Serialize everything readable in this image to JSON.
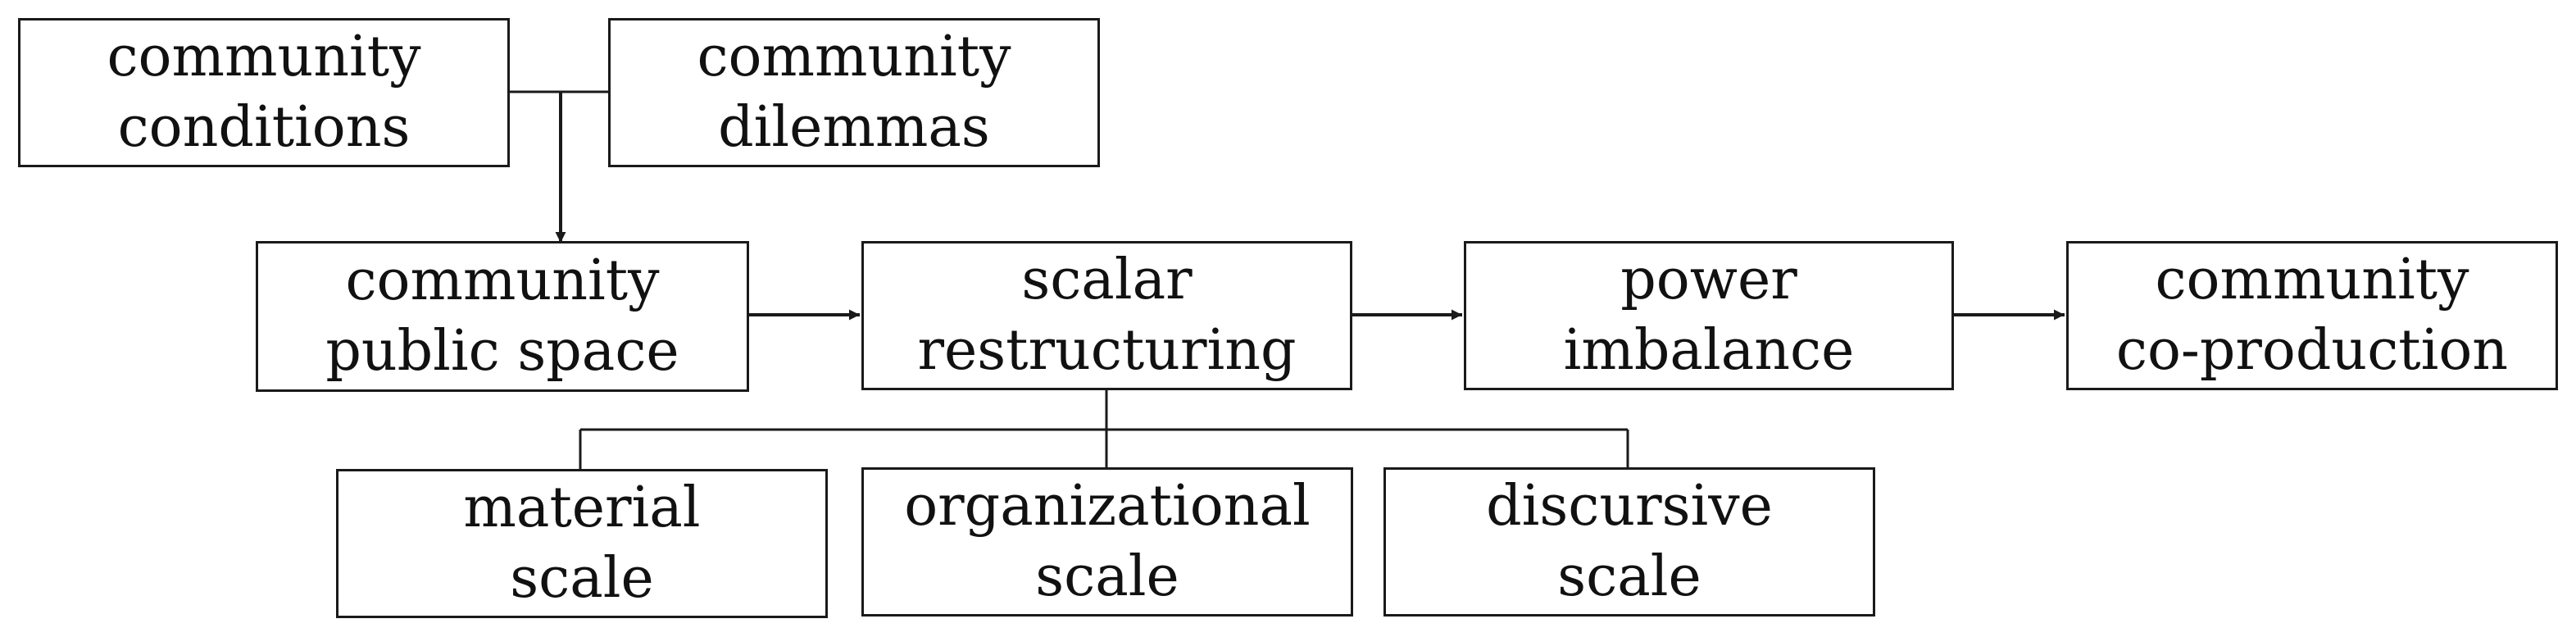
{
  "nodes": {
    "community_conditions": {
      "line1": "community",
      "line2": "conditions"
    },
    "community_dilemmas": {
      "line1": "community",
      "line2": "dilemmas"
    },
    "community_public_space": {
      "line1": "community",
      "line2": "public space"
    },
    "scalar_restructuring": {
      "line1": "scalar",
      "line2": "restructuring"
    },
    "power_imbalance": {
      "line1": "power",
      "line2": "imbalance"
    },
    "community_coproduction": {
      "line1": "community",
      "line2": "co-production"
    },
    "material_scale": {
      "line1": "material",
      "line2": "scale"
    },
    "organizational_scale": {
      "line1": "organizational",
      "line2": "scale"
    },
    "discursive_scale": {
      "line1": "discursive",
      "line2": "scale"
    }
  },
  "colors": {
    "stroke": "#1a1a1a",
    "text": "#111111",
    "background": "#ffffff"
  }
}
